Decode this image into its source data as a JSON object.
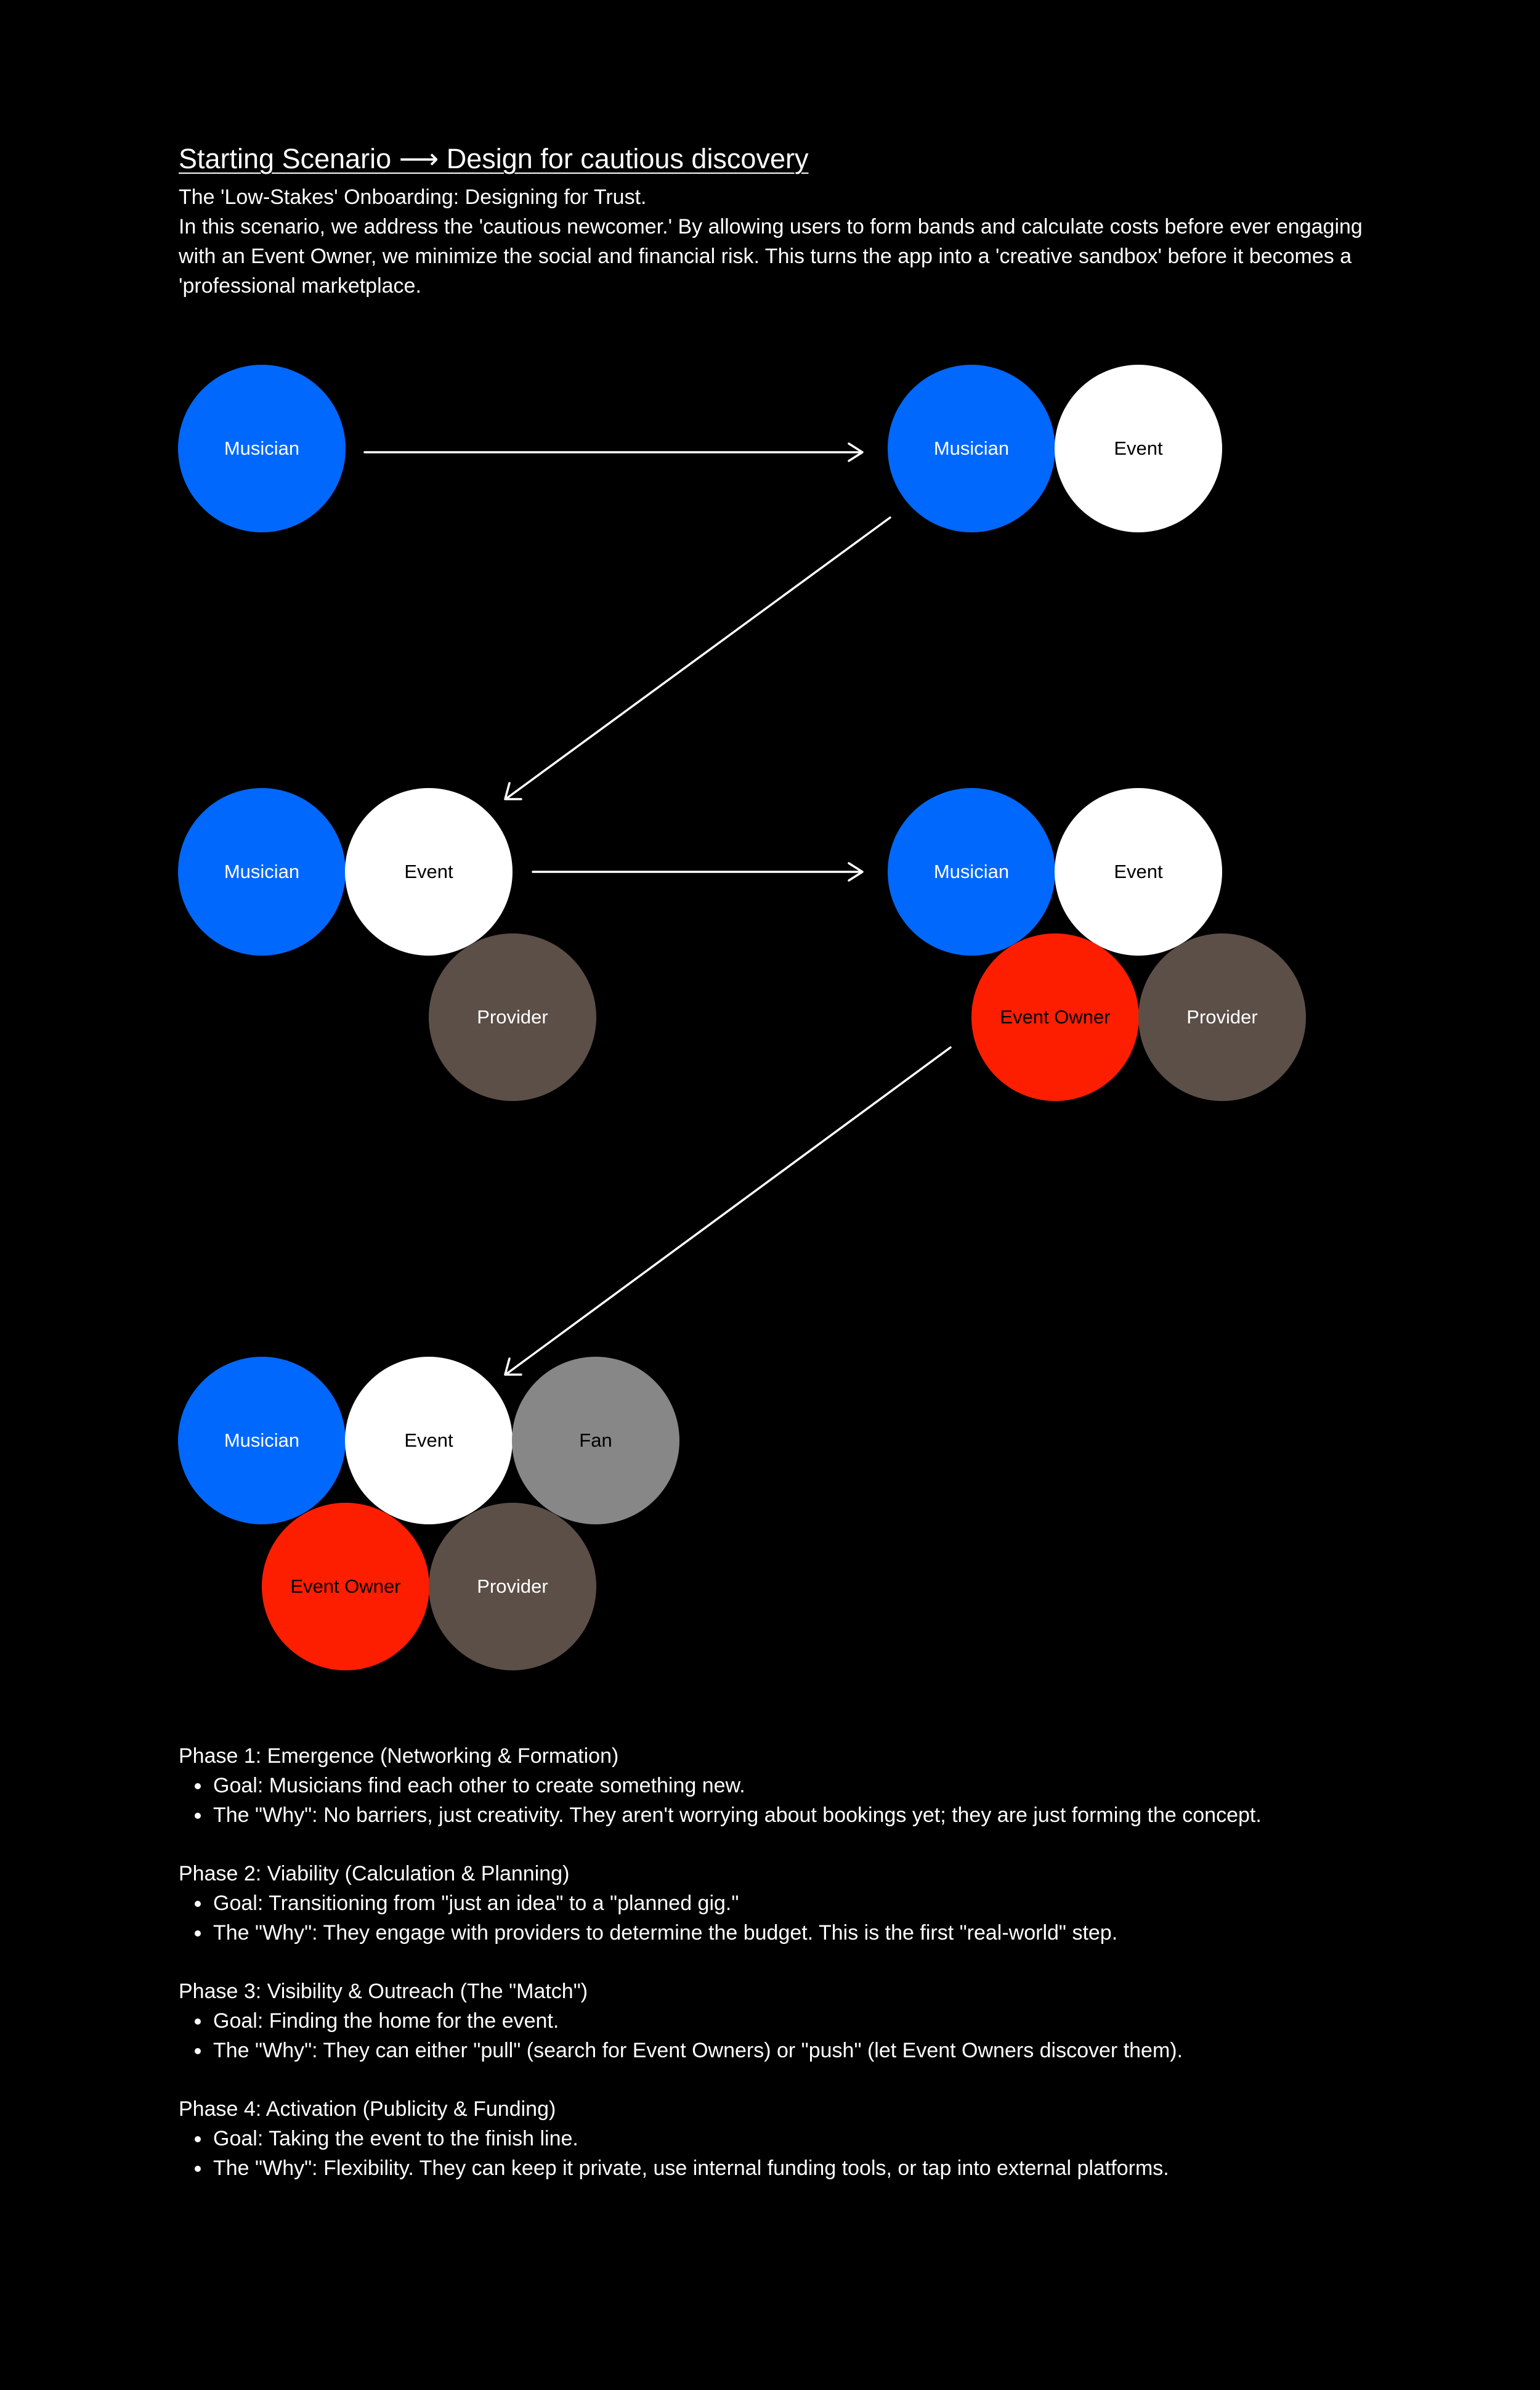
{
  "header": {
    "title": "Starting Scenario ⟶ Design for cautious discovery",
    "subtitle": "The 'Low-Stakes' Onboarding: Designing for Trust.",
    "intro": "In this scenario, we address the 'cautious newcomer.' By allowing users to form bands and calculate costs before ever engaging with an Event Owner, we minimize the social and financial risk. This turns the app into a 'creative sandbox' before it becomes a 'professional marketplace."
  },
  "colors": {
    "background": "#000000",
    "musician": "#0068fd",
    "event": "#ffffff",
    "provider": "#5c4f48",
    "event_owner": "#fd1e00",
    "fan": "#878787",
    "arrow": "#ffffff"
  },
  "nodes": {
    "musician": "Musician",
    "event": "Event",
    "provider": "Provider",
    "event_owner": "Event Owner",
    "fan": "Fan"
  },
  "phases": [
    {
      "title": "Phase 1: Emergence (Networking & Formation)",
      "goal": "Goal: Musicians find each other to create something new.",
      "why": "The \"Why\": No barriers, just creativity. They aren't worrying about bookings yet; they are just forming the concept."
    },
    {
      "title": "Phase 2: Viability (Calculation & Planning)",
      "goal": "Goal: Transitioning from \"just an idea\" to a \"planned gig.\"",
      "why": "The \"Why\": They engage with providers to determine the budget. This is the first \"real-world\" step."
    },
    {
      "title": "Phase 3: Visibility & Outreach (The \"Match\")",
      "goal": "Goal: Finding the home for the event.",
      "why": "The \"Why\": They can either \"pull\" (search for Event Owners) or \"push\" (let Event Owners discover them)."
    },
    {
      "title": "Phase 4: Activation (Publicity & Funding)",
      "goal": "Goal: Taking the event to the finish line.",
      "why": "The \"Why\": Flexibility. They can keep it private, use internal funding tools, or tap into external platforms."
    }
  ]
}
